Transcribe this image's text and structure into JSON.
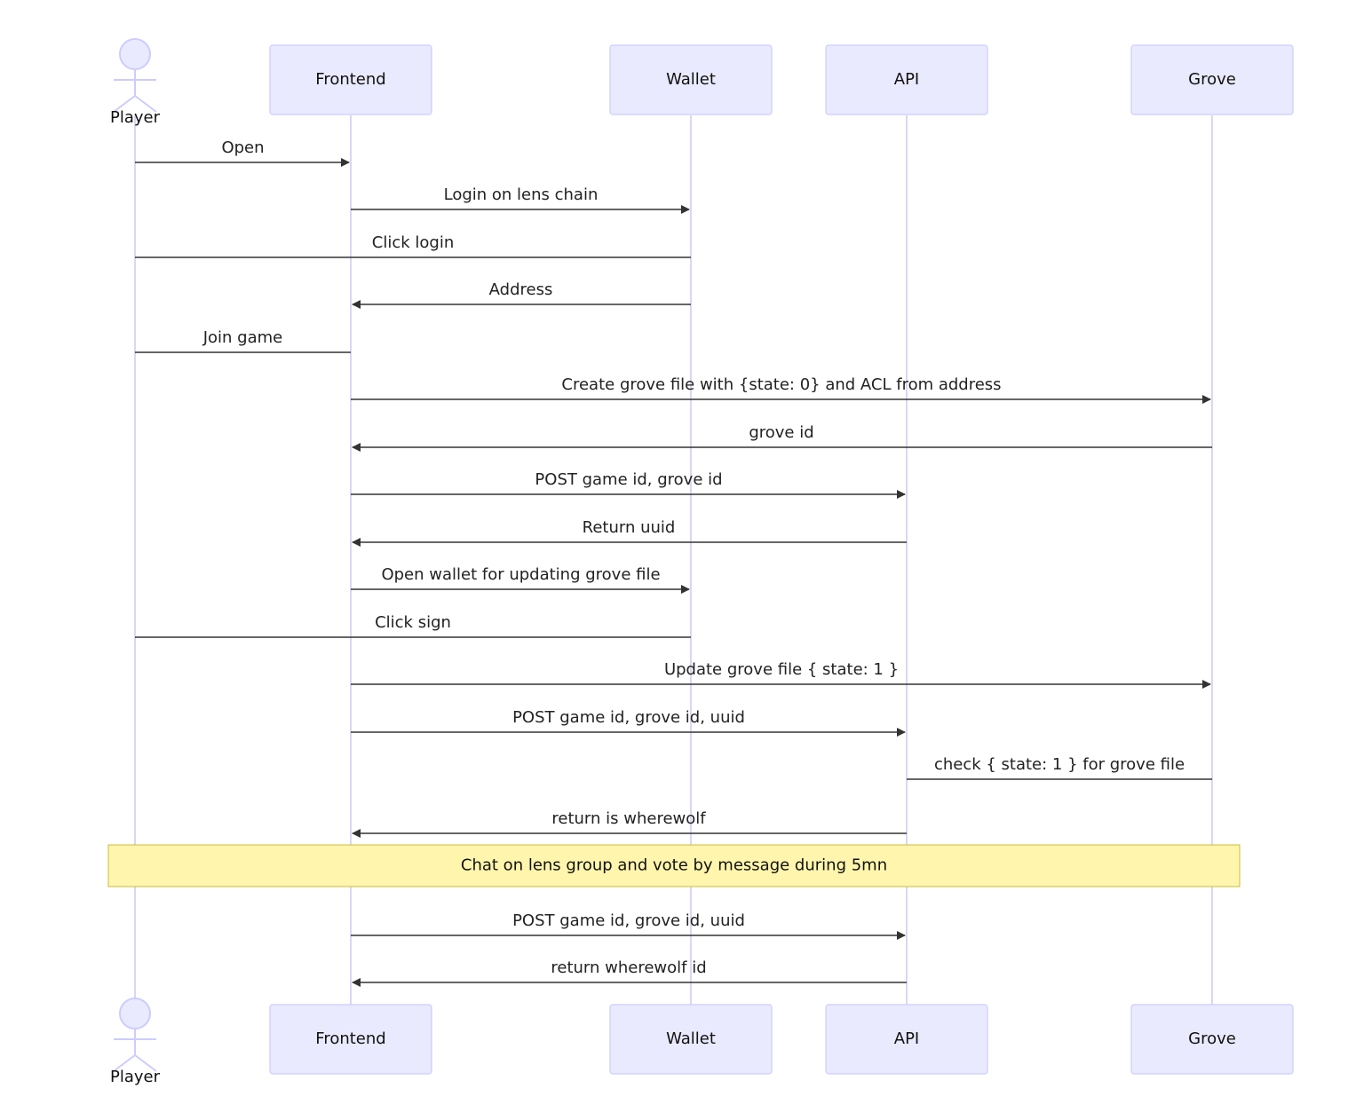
{
  "participants": [
    {
      "id": "player",
      "label": "Player",
      "kind": "actor"
    },
    {
      "id": "frontend",
      "label": "Frontend",
      "kind": "box"
    },
    {
      "id": "wallet",
      "label": "Wallet",
      "kind": "box"
    },
    {
      "id": "api",
      "label": "API",
      "kind": "box"
    },
    {
      "id": "grove",
      "label": "Grove",
      "kind": "box"
    }
  ],
  "messages": [
    {
      "from": "player",
      "to": "frontend",
      "text": "Open",
      "arrow": true
    },
    {
      "from": "frontend",
      "to": "wallet",
      "text": "Login on lens chain",
      "arrow": true
    },
    {
      "from": "player",
      "to": "wallet",
      "text": "Click login",
      "arrow": false
    },
    {
      "from": "wallet",
      "to": "frontend",
      "text": "Address",
      "arrow": true
    },
    {
      "from": "player",
      "to": "frontend",
      "text": "Join game",
      "arrow": false
    },
    {
      "from": "frontend",
      "to": "grove",
      "text": "Create grove file with {state: 0} and ACL from address",
      "arrow": true
    },
    {
      "from": "grove",
      "to": "frontend",
      "text": "grove id",
      "arrow": true
    },
    {
      "from": "frontend",
      "to": "api",
      "text": "POST game id, grove id",
      "arrow": true
    },
    {
      "from": "api",
      "to": "frontend",
      "text": "Return uuid",
      "arrow": true
    },
    {
      "from": "frontend",
      "to": "wallet",
      "text": "Open wallet for updating grove file",
      "arrow": true
    },
    {
      "from": "player",
      "to": "wallet",
      "text": "Click sign",
      "arrow": false
    },
    {
      "from": "frontend",
      "to": "grove",
      "text": "Update grove file { state: 1 }",
      "arrow": true
    },
    {
      "from": "frontend",
      "to": "api",
      "text": "POST game id, grove id, uuid",
      "arrow": true
    },
    {
      "from": "api",
      "to": "grove",
      "text": "check { state: 1 } for grove file",
      "arrow": false
    },
    {
      "from": "api",
      "to": "frontend",
      "text": "return is wherewolf",
      "arrow": true
    },
    {
      "from": "frontend",
      "to": "api",
      "text": "POST game id, grove id, uuid",
      "arrow": true
    },
    {
      "from": "api",
      "to": "frontend",
      "text": "return wherewolf id",
      "arrow": true
    }
  ],
  "note": {
    "text": "Chat on lens group and vote by message during 5mn",
    "after_message": 15
  }
}
